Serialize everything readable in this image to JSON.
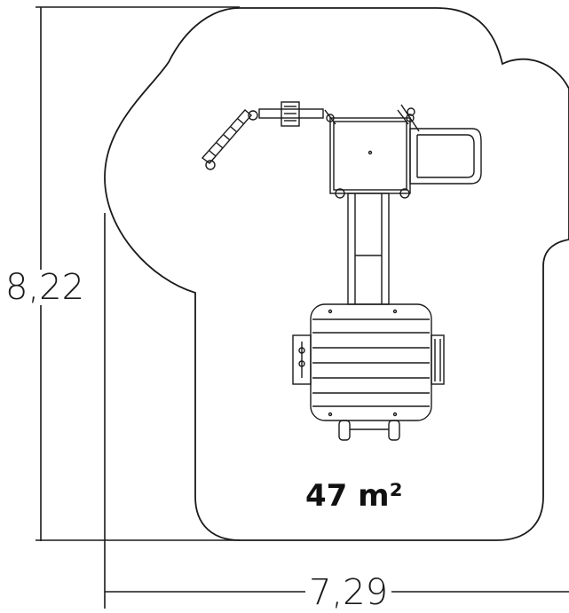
{
  "dimensions": {
    "height": "8,22",
    "width": "7,29"
  },
  "area": {
    "label": "47 m²"
  },
  "colors": {
    "line": "#1a1a1a",
    "background": "#ffffff"
  }
}
